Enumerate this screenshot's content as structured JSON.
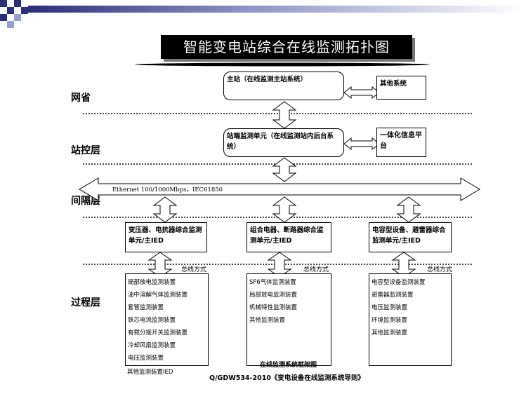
{
  "title": "智能变电站综合在线监测拓扑图",
  "layers": {
    "province": "网省",
    "station_control": "站控层",
    "bay": "间隔层",
    "process": "过程层"
  },
  "boxes": {
    "main_station": "主站（在线监测主站系统）",
    "other_system": "其他系统",
    "station_monitor": "站端监测单元（在线监测站内后台系统）",
    "integrated_platform": "一体化信息平台",
    "transformer_ied": "变压器、电抗器综合监测单元/主IED",
    "gis_ied": "组合电器、断路器综合监测单元/主IED",
    "capacitor_ied": "电容型设备、避雷器综合监测单元/主IED"
  },
  "ethernet_label": "Ethernet 100/1000Mbps，IEC61850",
  "bus_label": "总线方式",
  "lists": {
    "transformer": [
      "局部放电监测装置",
      "油中溶解气体监测装置",
      "套管监测装置",
      "铁芯电流监测装置",
      "有载分接开关监测装置",
      "冷却风扇监测装置",
      "电压监测装置",
      "其他监测装置IED"
    ],
    "gis": [
      "SF6气体监测装置",
      "局部放电监测装置",
      "机械特性监测装置",
      "其他监测装置"
    ],
    "capacitor": [
      "电容型设备监测装置",
      "避雷器监测装置",
      "电压监测装置",
      "环境监测装置",
      "其他监测装置"
    ]
  },
  "caption": "在线监测系统框架图",
  "source": "Q/GDW534-2010《变电设备在线监测系统导则》"
}
